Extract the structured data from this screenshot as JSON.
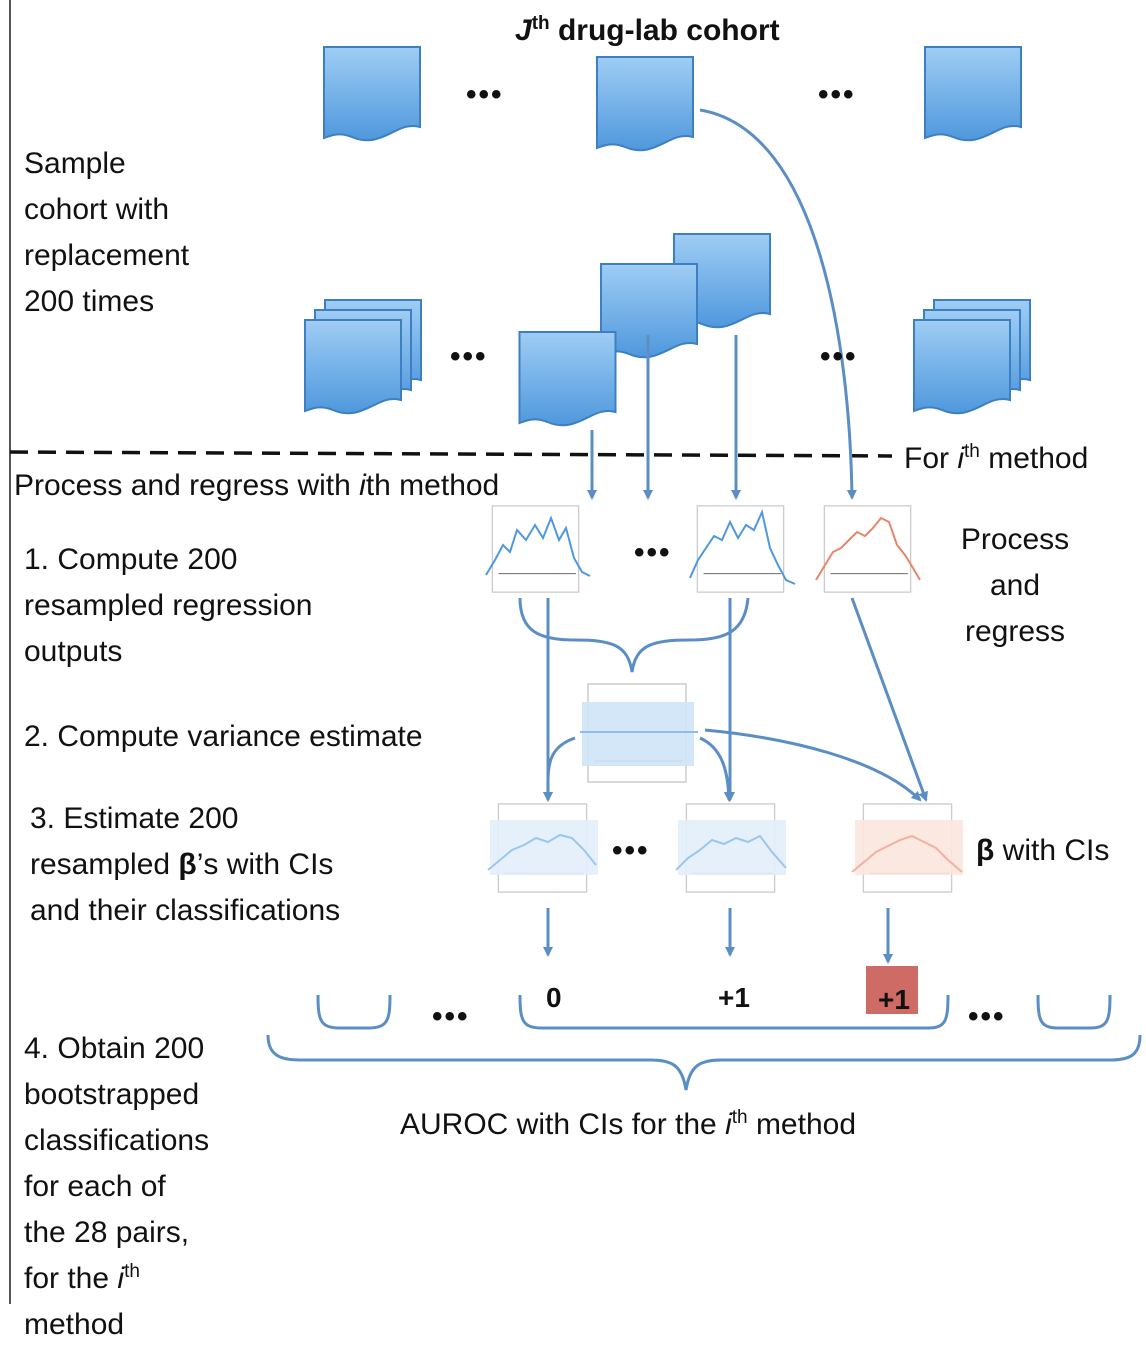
{
  "diagram": {
    "title": {
      "var": "J",
      "sup": "th",
      "text": " drug-lab cohort"
    },
    "left_steps": {
      "sample": "Sample\ncohort with\nreplacement\n200 times",
      "process": {
        "pre": "Process and regress with ",
        "var": "i",
        "post": "th method"
      },
      "step1": "1. Compute 200\nresampled regression\noutputs",
      "step2": "2. Compute variance estimate",
      "step3": {
        "line1": "3. Estimate 200",
        "line2_pre": "resampled ",
        "beta": "β",
        "line2_post": "’s with CIs",
        "line3": "and their classifications"
      },
      "step4": {
        "text": "4. Obtain 200\nbootstrapped\nclassifications\nfor each of\nthe 28 pairs,\nfor the ",
        "var": "i",
        "sup": "th",
        "post": "\nmethod"
      }
    },
    "right_labels": {
      "for_method": {
        "pre": "For ",
        "var": "i",
        "sup": "th",
        "post": " method"
      },
      "process_regress": "Process\nand\nregress",
      "beta_cis": {
        "beta": "β",
        "post": " with CIs"
      }
    },
    "ellipsis": "•••",
    "classifications": [
      "0",
      "+1",
      "+1"
    ],
    "auroc": {
      "pre": "AUROC with CIs for the ",
      "var": "i",
      "sup": "th",
      "post": " method"
    },
    "colors": {
      "doc_blue": "#6aaee8",
      "arrow_blue": "#5b8ec4",
      "highlight_series": "#e8866a",
      "highlight_box": "#cd6b64",
      "dashed_line": "#111111"
    },
    "icons": [
      "document-icon",
      "document-stack-icon",
      "line-plot-icon",
      "variance-plot-icon",
      "arrow-icon",
      "brace-icon"
    ]
  }
}
